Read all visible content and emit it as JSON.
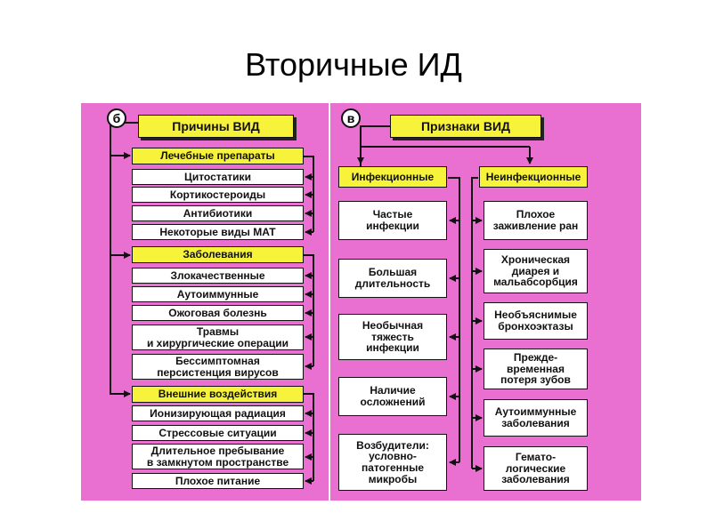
{
  "slide": {
    "title": "Вторичные ИД"
  },
  "left": {
    "badge": "б",
    "header": "Причины ВИД",
    "groups": [
      {
        "title": "Лечебные препараты",
        "items": [
          "Цитостатики",
          "Кортикостероиды",
          "Антибиотики",
          "Некоторые виды МАТ"
        ]
      },
      {
        "title": "Заболевания",
        "items": [
          "Злокачественные",
          "Аутоиммунные",
          "Ожоговая болезнь",
          "Травмы\nи хирургические операции",
          "Бессимптомная\nперсистенция вирусов"
        ]
      },
      {
        "title": "Внешние воздействия",
        "items": [
          "Ионизирующая радиация",
          "Стрессовые ситуации",
          "Длительное пребывание\nв замкнутом пространстве",
          "Плохое питание"
        ]
      }
    ]
  },
  "right": {
    "badge": "в",
    "header": "Признаки ВИД",
    "infectious": {
      "title": "Инфекционные",
      "items": [
        "Частые\nинфекции",
        "Большая\nдлительность",
        "Необычная\nтяжесть\nинфекции",
        "Наличие\nосложнений",
        "Возбудители:\nусловно-\nпатогенные\nмикробы"
      ]
    },
    "noninfectious": {
      "title": "Неинфекционные",
      "items": [
        "Плохое\nзаживление ран",
        "Хроническая\nдиарея и\nмальабсорбция",
        "Необъяснимые\nбронхоэктазы",
        "Прежде-\nвременная\nпотеря зубов",
        "Аутоиммунные\nзаболевания",
        "Гемато-\nлогические\nзаболевания"
      ]
    }
  }
}
